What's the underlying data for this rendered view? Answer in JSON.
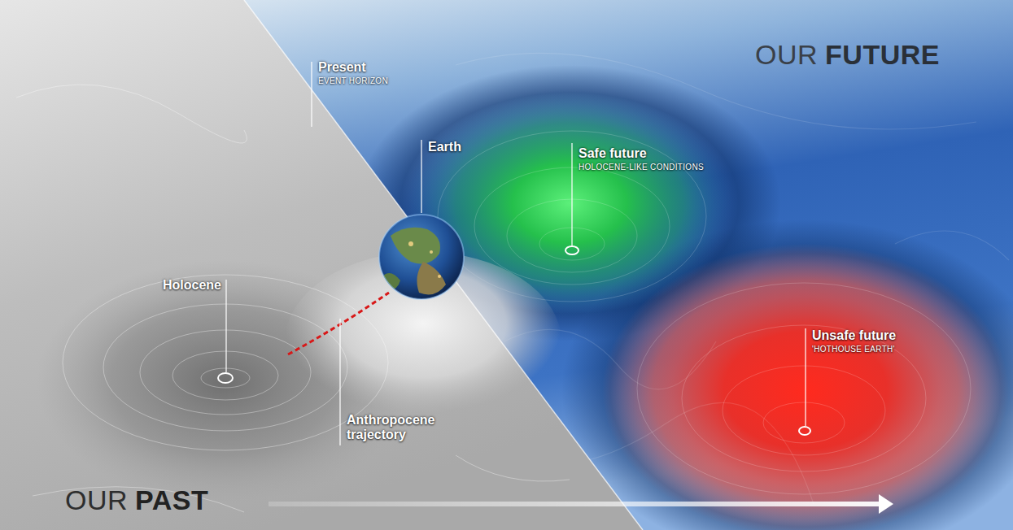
{
  "diagram": {
    "labels": [
      "Present",
      "EVENT HORIZON",
      "Earth",
      "Safe future",
      "HOLOCENE-LIKE CONDITIONS",
      "Unsafe future",
      "'HOTHOUSE EARTH'",
      "Holocene",
      "Anthropocene trajectory",
      "OUR",
      "FUTURE",
      "OUR",
      "PAST"
    ]
  }
}
